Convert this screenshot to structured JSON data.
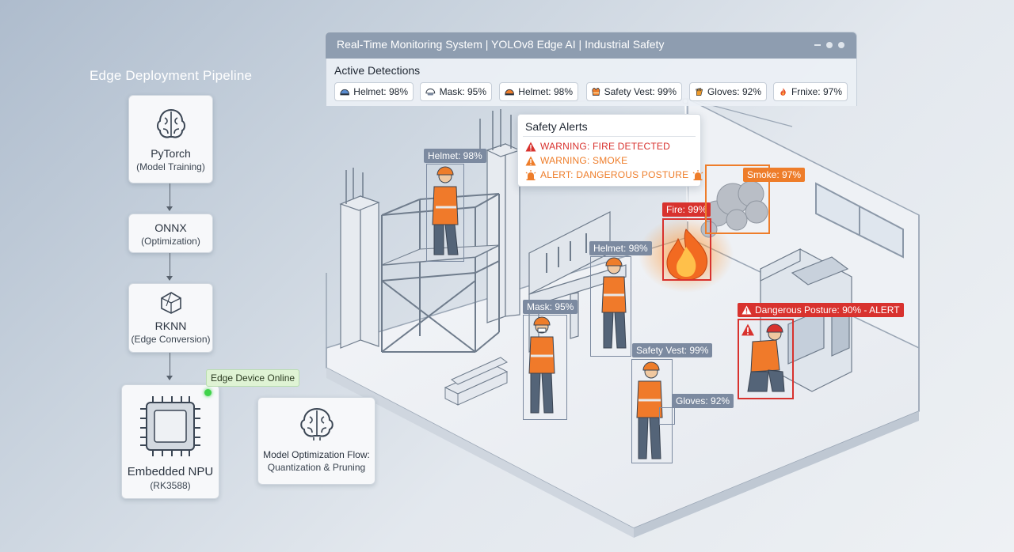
{
  "pipeline": {
    "title": "Edge Deployment Pipeline",
    "steps": [
      {
        "name": "PyTorch",
        "sub": "(Model Training)",
        "icon": "brain-icon"
      },
      {
        "name": "ONNX",
        "sub": "(Optimization)"
      },
      {
        "name": "RKNN",
        "sub": "(Edge Conversion)",
        "icon": "polyhedron-icon"
      },
      {
        "name": "Embedded NPU",
        "sub": "(RK3588)",
        "icon": "chip-icon"
      }
    ],
    "status": "Edge Device Online",
    "optimization": {
      "title": "Model Optimization Flow:",
      "sub": "Quantization & Pruning",
      "icon": "brain-icon"
    }
  },
  "window": {
    "title": "Real-Time Monitoring System | YOLOv8 Edge AI | Industrial Safety",
    "active_title": "Active Detections",
    "chips": [
      {
        "label": "Helmet: 98%",
        "icon": "helmet-icon",
        "color": "#5a8ccf"
      },
      {
        "label": "Mask: 95%",
        "icon": "mask-icon",
        "color": "#7c8aa0"
      },
      {
        "label": "Helmet: 98%",
        "icon": "helmet-icon",
        "color": "#ee7d2a"
      },
      {
        "label": "Safety Vest: 99%",
        "icon": "vest-icon",
        "color": "#ee7d2a"
      },
      {
        "label": "Gloves: 92%",
        "icon": "glove-icon",
        "color": "#ee9a2a"
      },
      {
        "label": "Frnixe: 97%",
        "icon": "fire-icon",
        "color": "#e8542a"
      }
    ]
  },
  "alerts": {
    "title": "Safety Alerts",
    "items": [
      {
        "text": "WARNING: FIRE DETECTED",
        "color": "#d8322e"
      },
      {
        "text": "WARNING: SMOKE",
        "color": "#ee7d2a"
      },
      {
        "text": "ALERT: DANGEROUS POSTURE",
        "color": "#ee7d2a"
      }
    ]
  },
  "detections": {
    "helmet_scaffold": "Helmet: 98%",
    "helmet_bench": "Helmet: 98%",
    "mask": "Mask: 95%",
    "vest": "Safety Vest: 99%",
    "gloves": "Gloves: 92%",
    "fire": "Fire: 99%",
    "smoke": "Smoke: 97%",
    "posture": "Dangerous Posture: 90% - ALERT"
  },
  "colors": {
    "alert_red": "#d8322e",
    "warn_orange": "#ee7d2a",
    "detect_gray": "#7c8aa0",
    "online_green": "#3fd34a"
  }
}
